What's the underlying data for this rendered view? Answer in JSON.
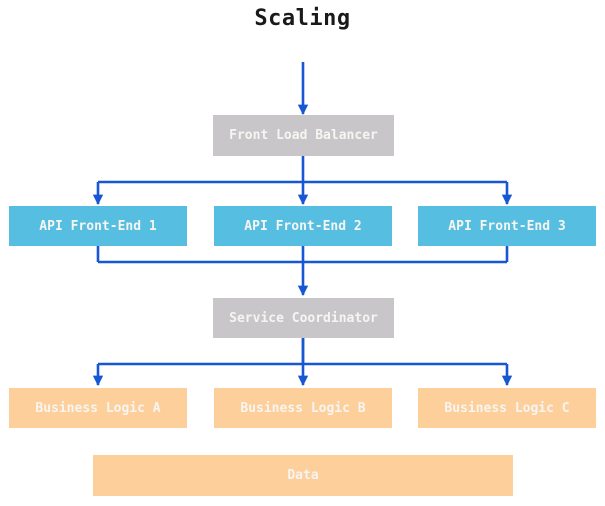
{
  "title": "Scaling",
  "diagram": {
    "type": "flowchart",
    "direction": "top-down"
  },
  "nodes": {
    "front_load_balancer": {
      "label": "Front Load Balancer",
      "color": "#c9c6c9"
    },
    "api_front_end_1": {
      "label": "API Front-End 1",
      "color": "#56bfe1"
    },
    "api_front_end_2": {
      "label": "API Front-End 2",
      "color": "#56bfe1"
    },
    "api_front_end_3": {
      "label": "API Front-End 3",
      "color": "#56bfe1"
    },
    "service_coordinator": {
      "label": "Service Coordinator",
      "color": "#c9c6c9"
    },
    "business_logic_a": {
      "label": "Business Logic A",
      "color": "#fdcf9b"
    },
    "business_logic_b": {
      "label": "Business Logic B",
      "color": "#fdcf9b"
    },
    "business_logic_c": {
      "label": "Business Logic C",
      "color": "#fdcf9b"
    },
    "data": {
      "label": "Data",
      "color": "#fdcf9b"
    }
  },
  "edges": [
    {
      "from": "start",
      "to": "Front Load Balancer"
    },
    {
      "from": "Front Load Balancer",
      "to": "API Front-End 1"
    },
    {
      "from": "Front Load Balancer",
      "to": "API Front-End 2"
    },
    {
      "from": "Front Load Balancer",
      "to": "API Front-End 3"
    },
    {
      "from": "API Front-End 1",
      "to": "Service Coordinator"
    },
    {
      "from": "API Front-End 2",
      "to": "Service Coordinator"
    },
    {
      "from": "API Front-End 3",
      "to": "Service Coordinator"
    },
    {
      "from": "Service Coordinator",
      "to": "Business Logic A"
    },
    {
      "from": "Service Coordinator",
      "to": "Business Logic B"
    },
    {
      "from": "Service Coordinator",
      "to": "Business Logic C"
    }
  ],
  "colors": {
    "arrow": "#1757d4",
    "node_text": "#f7f5f2",
    "title_text": "#1a1a1a",
    "background": "#ffffff"
  }
}
